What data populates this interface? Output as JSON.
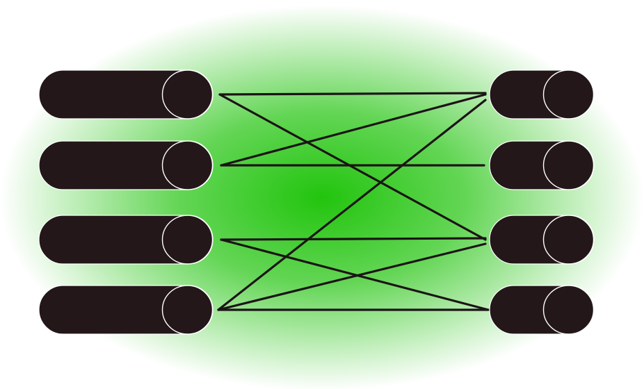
{
  "colors": {
    "background": "#ffffff",
    "glow_center": "#22c40e",
    "cylinder_fill": "#231719",
    "cylinder_edge": "#ffffff",
    "link_stroke": "#1c1416"
  },
  "left_cylinders": [
    {
      "id": "L1"
    },
    {
      "id": "L2"
    },
    {
      "id": "L3"
    },
    {
      "id": "L4"
    }
  ],
  "right_cylinders": [
    {
      "id": "R1"
    },
    {
      "id": "R2"
    },
    {
      "id": "R3"
    },
    {
      "id": "R4"
    }
  ],
  "links": [
    {
      "from": "L1",
      "to": "R1"
    },
    {
      "from": "L1",
      "to": "R3"
    },
    {
      "from": "L2",
      "to": "R1"
    },
    {
      "from": "L2",
      "to": "R2"
    },
    {
      "from": "L3",
      "to": "R3"
    },
    {
      "from": "L3",
      "to": "R4"
    },
    {
      "from": "L4",
      "to": "R1"
    },
    {
      "from": "L4",
      "to": "R3"
    },
    {
      "from": "L4",
      "to": "R4"
    }
  ]
}
